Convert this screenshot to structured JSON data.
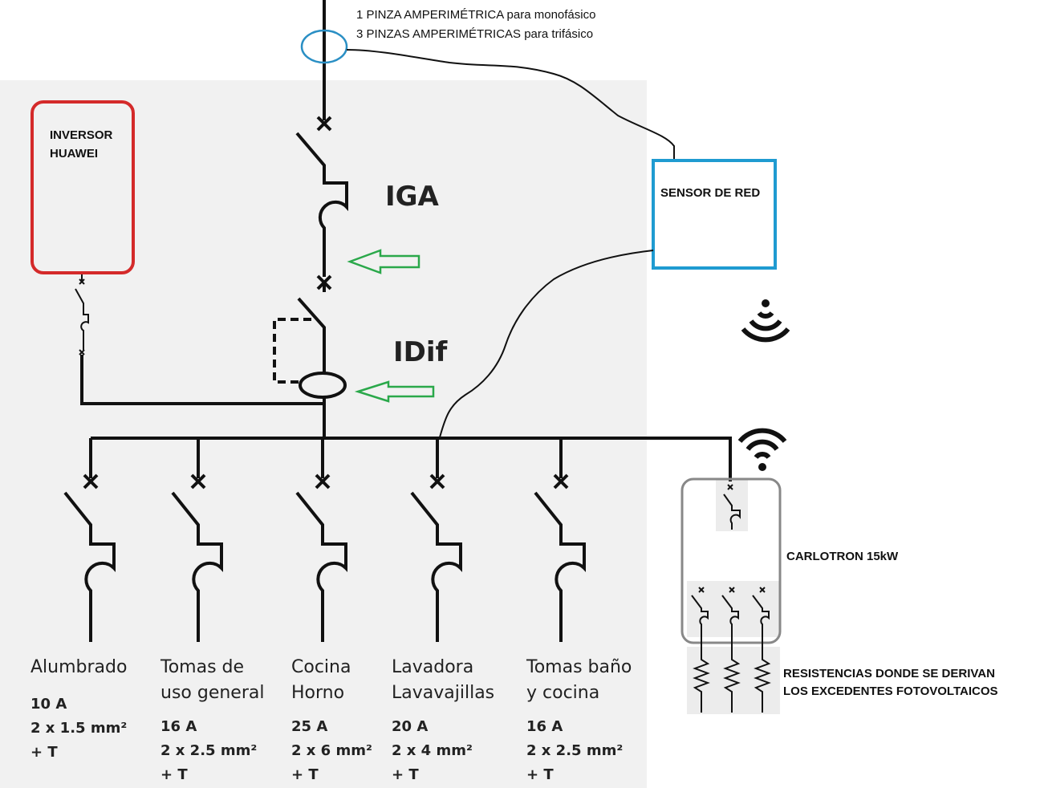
{
  "clamp_note": {
    "line1": "1 PINZA AMPERIMÉTRICA para monofásico",
    "line2": "3 PINZAS AMPERIMÉTRICAS para trifásico"
  },
  "inverter": {
    "line1": "INVERSOR",
    "line2": "HUAWEI",
    "border_color": "#d42a2a"
  },
  "sensor": {
    "label": "SENSOR DE RED",
    "border_color": "#1f9bd1"
  },
  "main_breaker": {
    "label": "IGA"
  },
  "differential": {
    "label": "IDif"
  },
  "arrow_color": "#2aa84a",
  "carlotron": {
    "label": "CARLOTRON 15kW",
    "border_color": "#888888"
  },
  "resistors": {
    "line1": "RESISTENCIAS DONDE SE DERIVAN",
    "line2": "LOS EXCEDENTES FOTOVOLTAICOS"
  },
  "circuits": [
    {
      "name_lines": [
        "Alumbrado"
      ],
      "spec_lines": [
        "10 A",
        "2 x 1.5 mm²",
        "+ T"
      ]
    },
    {
      "name_lines": [
        "Tomas de",
        "uso general"
      ],
      "spec_lines": [
        "16 A",
        "2 x 2.5 mm²",
        "+ T"
      ]
    },
    {
      "name_lines": [
        "Cocina",
        "Horno"
      ],
      "spec_lines": [
        "25 A",
        "2 x 6 mm²",
        "+ T"
      ]
    },
    {
      "name_lines": [
        "Lavadora",
        "Lavavajillas"
      ],
      "spec_lines": [
        "20 A",
        "2 x 4 mm²",
        "+ T"
      ]
    },
    {
      "name_lines": [
        "Tomas baño",
        "y cocina"
      ],
      "spec_lines": [
        "16 A",
        "2 x 2.5 mm²",
        "+ T"
      ]
    }
  ],
  "icons": [
    "wifi-icon",
    "wifi-icon",
    "current-clamp-icon",
    "resistor-icon"
  ]
}
